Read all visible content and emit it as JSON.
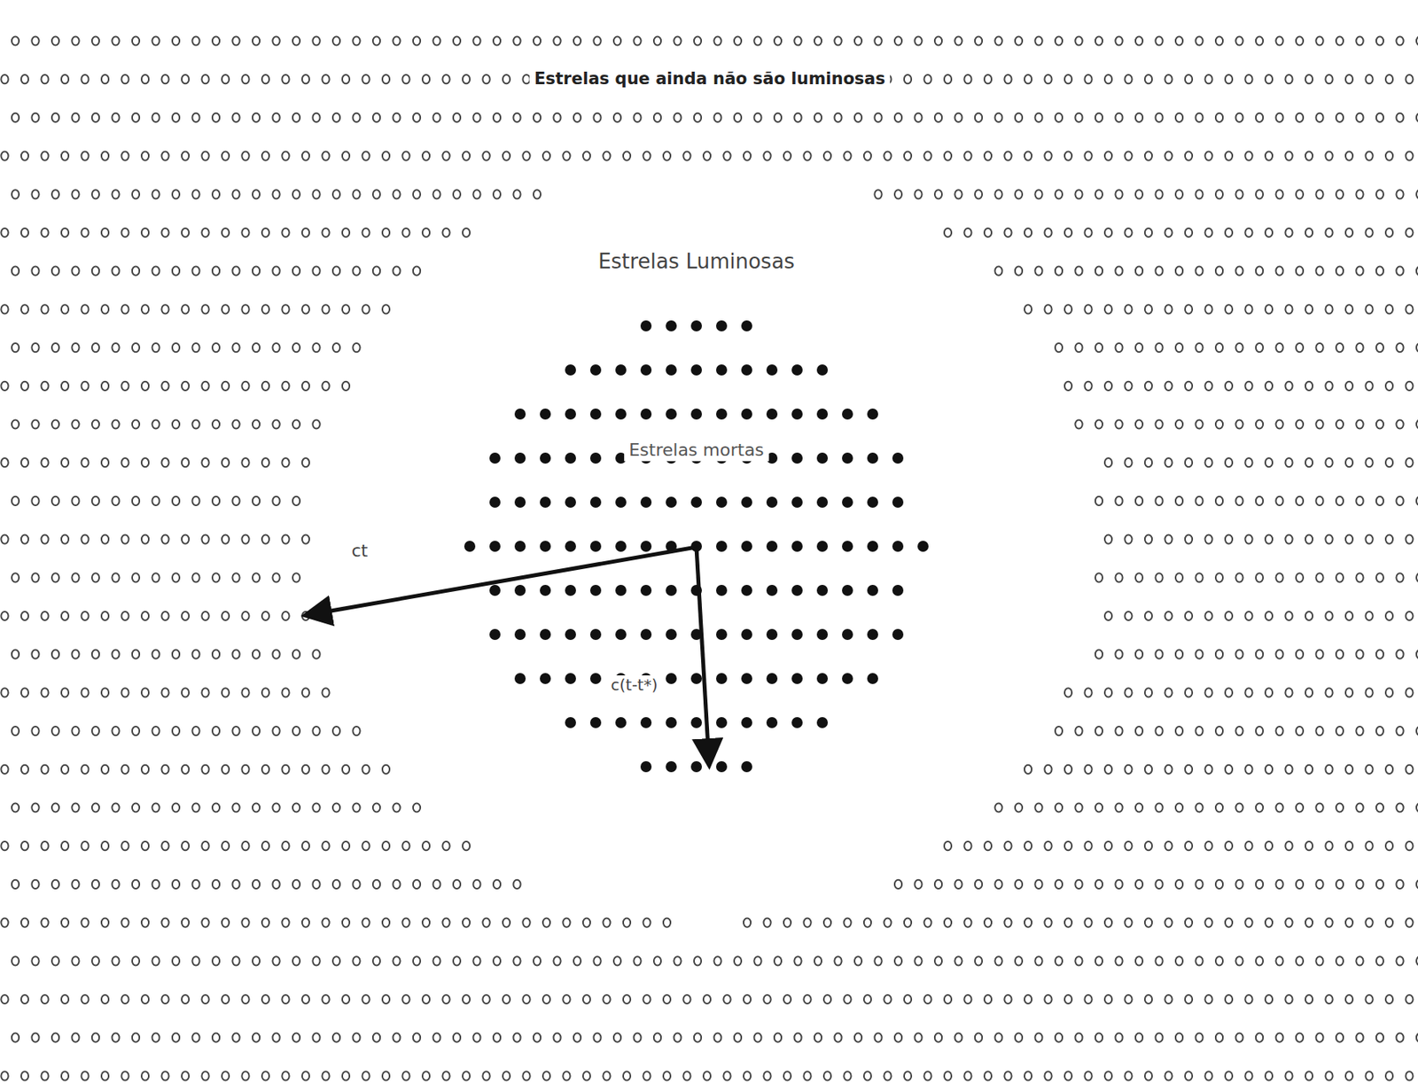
{
  "diagram": {
    "nodes": [
      {
        "text": [
          "Estrelas que ainda não são luminosas"
        ]
      },
      {
        "text": [
          "Estrelas Luminosas"
        ],
        "in": 0
      },
      {
        "text": [
          "Estrelas mortas"
        ],
        "in": 1
      }
    ],
    "labels": [
      "ct",
      "c(t-t*)"
    ]
  }
}
